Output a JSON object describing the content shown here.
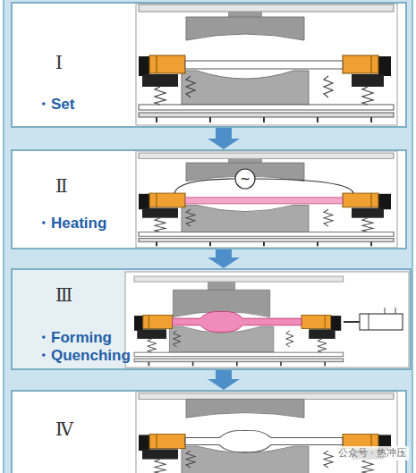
{
  "diagram": {
    "nodes": [
      {
        "text": [
          "Ⅰ",
          "・Set"
        ]
      },
      {
        "text": [
          "Ⅱ",
          "・Heating"
        ]
      },
      {
        "text": [
          "Ⅲ",
          "・Forming",
          "・Quenching"
        ]
      },
      {
        "text": [
          "Ⅳ"
        ]
      }
    ],
    "edges": [
      {
        "from": 0,
        "to": 1,
        "arrow": "to"
      },
      {
        "from": 1,
        "to": 2,
        "arrow": "to"
      },
      {
        "from": 2,
        "to": 3,
        "arrow": "to"
      }
    ],
    "labels": [
      "~",
      "公众号 · 热冲压"
    ]
  }
}
